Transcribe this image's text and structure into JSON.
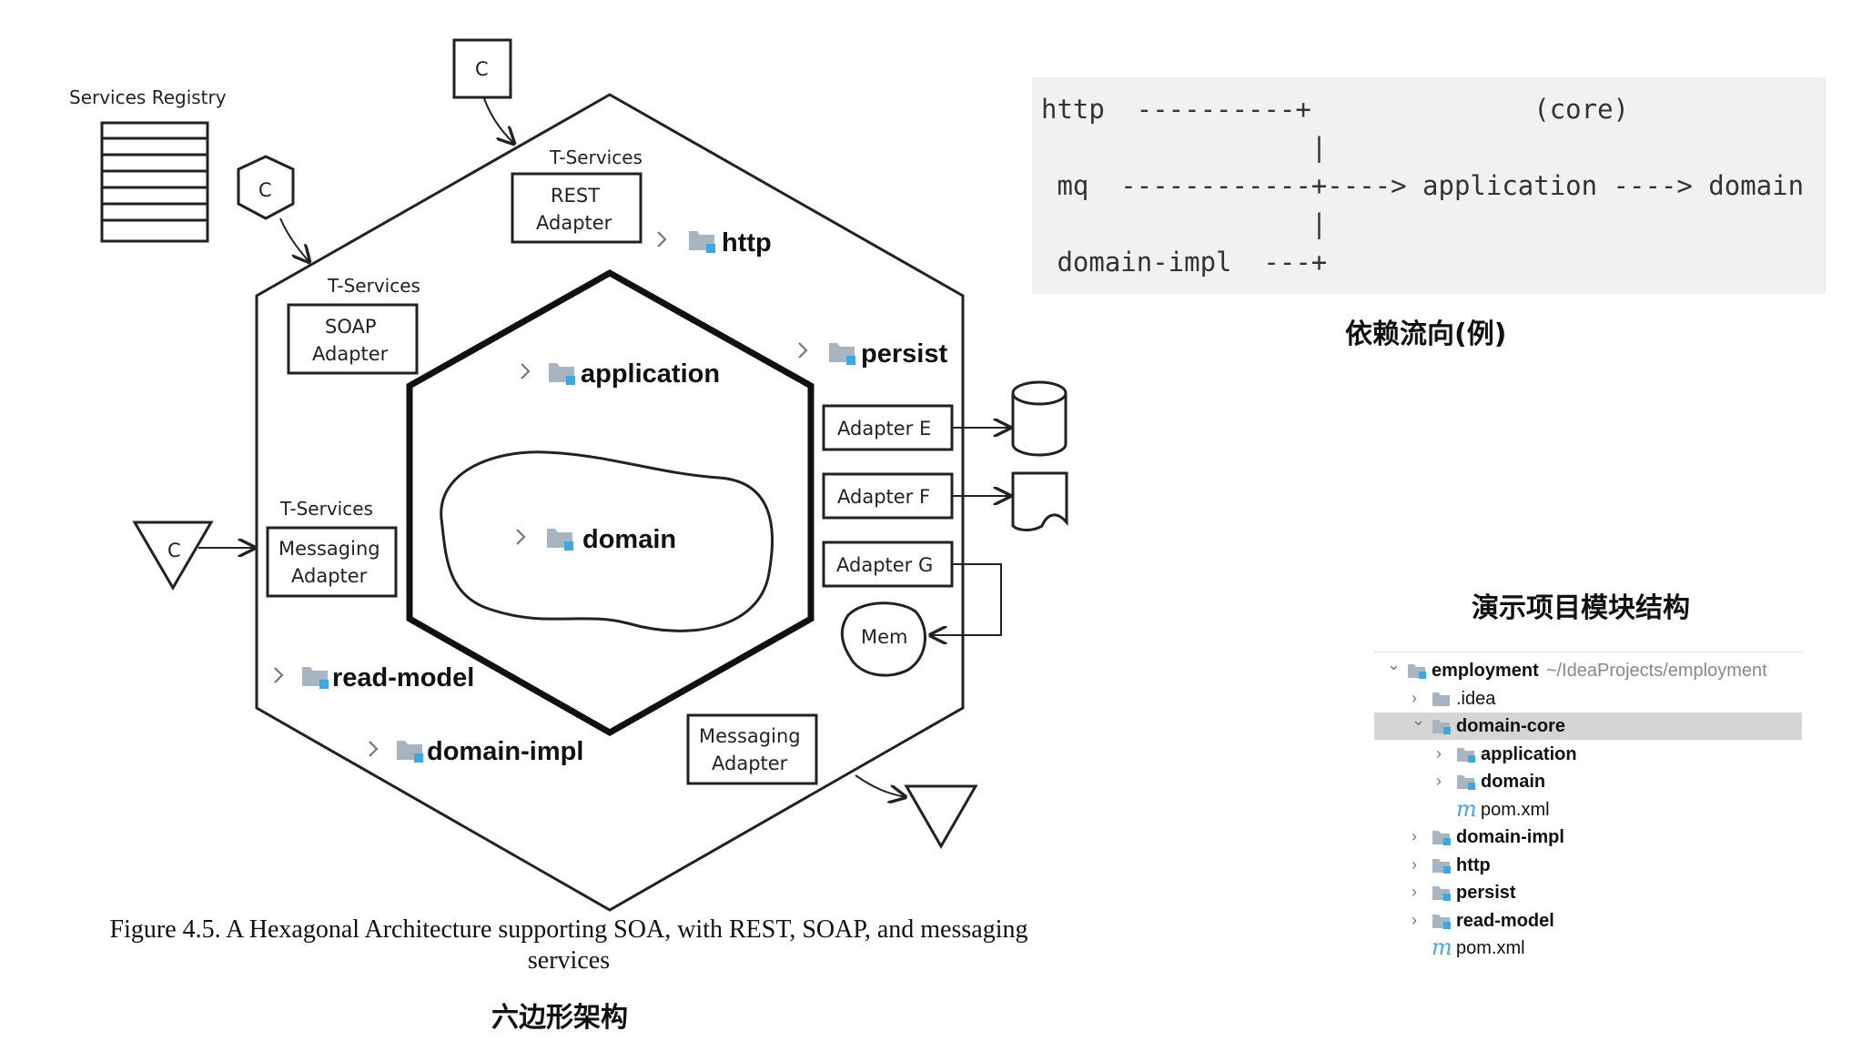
{
  "figure": {
    "services_registry": "Services Registry",
    "consumer_label": "C",
    "t_services": "T-Services",
    "rest_adapter": [
      "REST",
      "Adapter"
    ],
    "soap_adapter": [
      "SOAP",
      "Adapter"
    ],
    "messaging_adapter": [
      "Messaging",
      "Adapter"
    ],
    "adapter_e": "Adapter E",
    "adapter_f": "Adapter F",
    "adapter_g": "Adapter G",
    "mem": "Mem",
    "modules": {
      "http": "http",
      "persist": "persist",
      "application": "application",
      "domain": "domain",
      "read_model": "read-model",
      "domain_impl": "domain-impl"
    },
    "caption_line1": "Figure 4.5. A Hexagonal Architecture supporting SOA, with REST, SOAP, and messaging",
    "caption_line2": "services",
    "title_zh": "六边形架构"
  },
  "dependency_flow": {
    "code": "http  ----------+              (core)\n                 |\n mq  ------------+----> application ----> domain\n                 |\n domain-impl  ---+",
    "title_zh": "依赖流向(例)"
  },
  "project_tree": {
    "title_zh": "演示项目模块结构",
    "items": [
      {
        "name": "employment",
        "path": "~/IdeaProjects/employment",
        "depth": 0,
        "arrow": "down",
        "icon": "module-folder"
      },
      {
        "name": ".idea",
        "depth": 1,
        "arrow": "right",
        "icon": "folder"
      },
      {
        "name": "domain-core",
        "depth": 1,
        "arrow": "down",
        "icon": "module-folder",
        "selected": true
      },
      {
        "name": "application",
        "depth": 2,
        "arrow": "right",
        "icon": "module-folder"
      },
      {
        "name": "domain",
        "depth": 2,
        "arrow": "right",
        "icon": "module-folder"
      },
      {
        "name": "pom.xml",
        "depth": 2,
        "arrow": "",
        "icon": "maven-file"
      },
      {
        "name": "domain-impl",
        "depth": 1,
        "arrow": "right",
        "icon": "module-folder"
      },
      {
        "name": "http",
        "depth": 1,
        "arrow": "right",
        "icon": "module-folder"
      },
      {
        "name": "persist",
        "depth": 1,
        "arrow": "right",
        "icon": "module-folder"
      },
      {
        "name": "read-model",
        "depth": 1,
        "arrow": "right",
        "icon": "module-folder"
      },
      {
        "name": "pom.xml",
        "depth": 1,
        "arrow": "",
        "icon": "maven-file"
      }
    ]
  },
  "colors": {
    "folder_gray": "#a8b4c0",
    "module_blue": "#3fa7e0",
    "selected_row": "#d5d5d5",
    "code_bg": "#f1f1f1"
  }
}
